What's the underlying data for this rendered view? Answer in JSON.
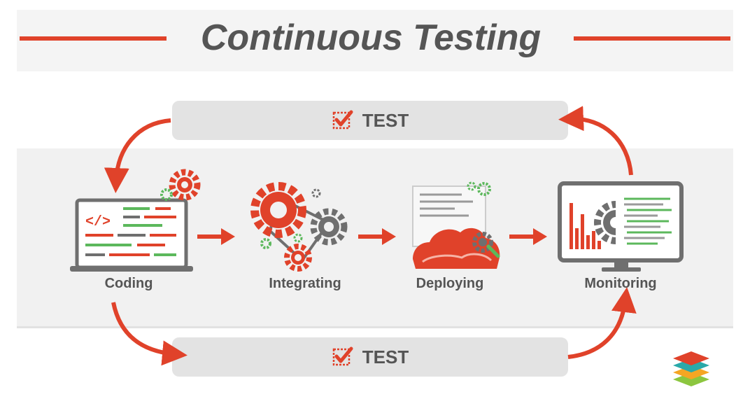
{
  "title": "Continuous Testing",
  "test_bars": [
    {
      "label": "TEST"
    },
    {
      "label": "TEST"
    }
  ],
  "stages": [
    {
      "label": "Coding",
      "icon": "laptop-code-icon"
    },
    {
      "label": "Integrating",
      "icon": "gears-icon"
    },
    {
      "label": "Deploying",
      "icon": "cloud-deploy-icon"
    },
    {
      "label": "Monitoring",
      "icon": "monitor-chart-icon"
    }
  ],
  "colors": {
    "accent": "#e0422a",
    "text": "#555555",
    "green": "#5cb85c",
    "gray": "#6f6f6f"
  }
}
